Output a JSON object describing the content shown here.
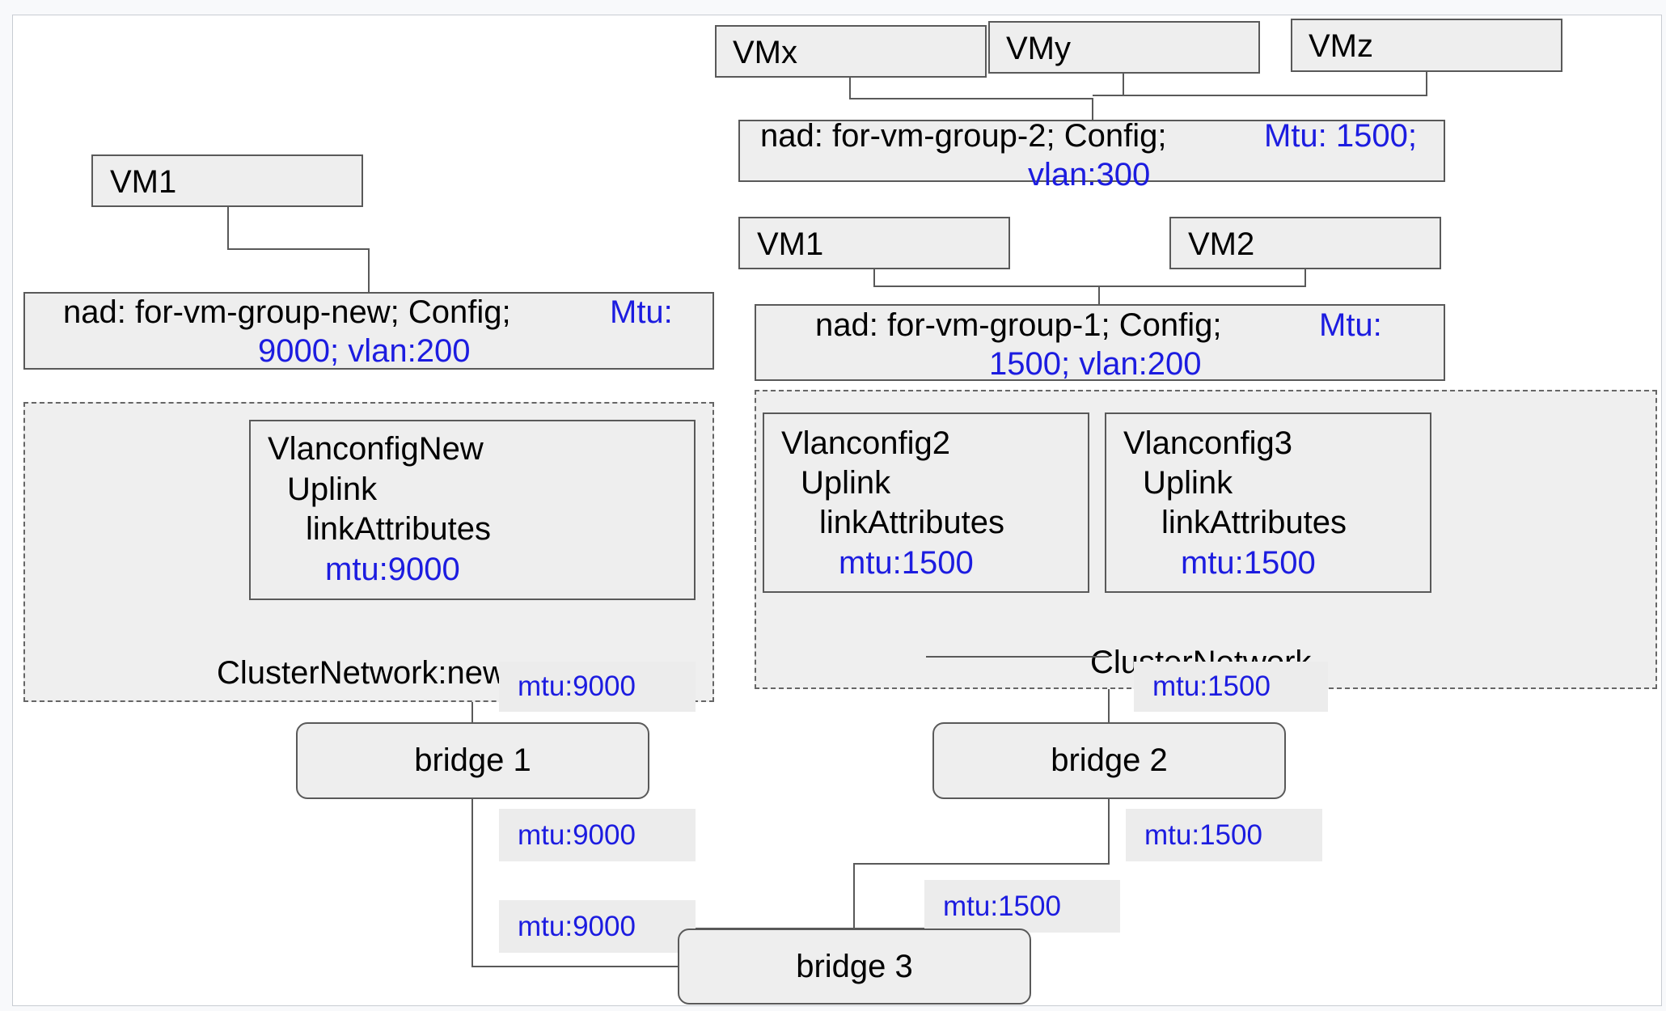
{
  "vm_group2": {
    "vms": [
      "VMx",
      "VMy",
      "VMz"
    ],
    "nad_prefix": "nad: for-vm-group-2;   Config;",
    "nad_config_line1": "Mtu: 1500;",
    "nad_config_line2": "vlan:300"
  },
  "vm_group1": {
    "vms": [
      "VM1",
      "VM2"
    ],
    "nad_prefix": "nad: for-vm-group-1;   Config;",
    "nad_config_line1": "Mtu:",
    "nad_config_line2": "1500; vlan:200"
  },
  "vm_group_new": {
    "vms": [
      "VM1"
    ],
    "nad_prefix": "nad: for-vm-group-new;   Config;",
    "nad_config_line1": "Mtu:",
    "nad_config_line2": "9000; vlan:200"
  },
  "cluster_new": {
    "label": "ClusterNetwork:new",
    "vlanconfig": {
      "name": "VlanconfigNew",
      "uplink": "Uplink",
      "attrs": "linkAttributes",
      "mtu": "mtu:9000"
    },
    "mtu_tag": "mtu:9000"
  },
  "cluster_right": {
    "label": "ClusterNetwork",
    "vlanconfigs": [
      {
        "name": "Vlanconfig2",
        "uplink": "Uplink",
        "attrs": "linkAttributes",
        "mtu": "mtu:1500"
      },
      {
        "name": "Vlanconfig3",
        "uplink": "Uplink",
        "attrs": "linkAttributes",
        "mtu": "mtu:1500"
      }
    ],
    "mtu_tag": "mtu:1500"
  },
  "bridges": {
    "b1": "bridge 1",
    "b2": "bridge 2",
    "b3": "bridge 3"
  },
  "link_labels": {
    "b1_down": "mtu:9000",
    "b2_down": "mtu:1500",
    "b3_left": "mtu:9000",
    "b3_right": "mtu:1500"
  },
  "colors": {
    "accent_blue": "#1c1ce0",
    "box_fill": "#eeeeee",
    "line": "#595959"
  }
}
